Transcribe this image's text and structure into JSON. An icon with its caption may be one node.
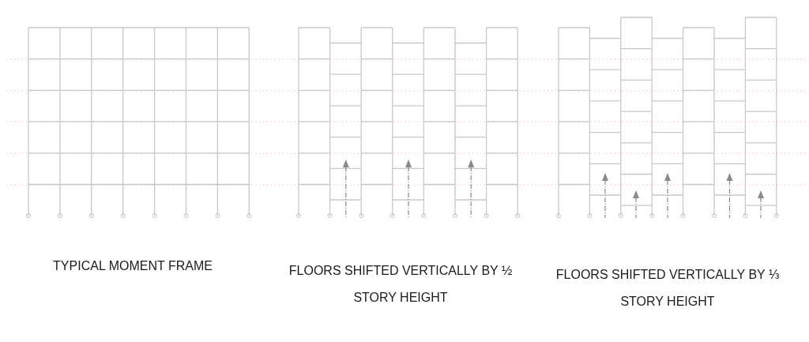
{
  "diagram": {
    "labels": [
      "TYPICAL MOMENT FRAME",
      "FLOORS SHIFTED VERTICALLY BY ½ STORY HEIGHT",
      "FLOORS SHIFTED VERTICALLY BY ⅓ STORY HEIGHT"
    ]
  }
}
